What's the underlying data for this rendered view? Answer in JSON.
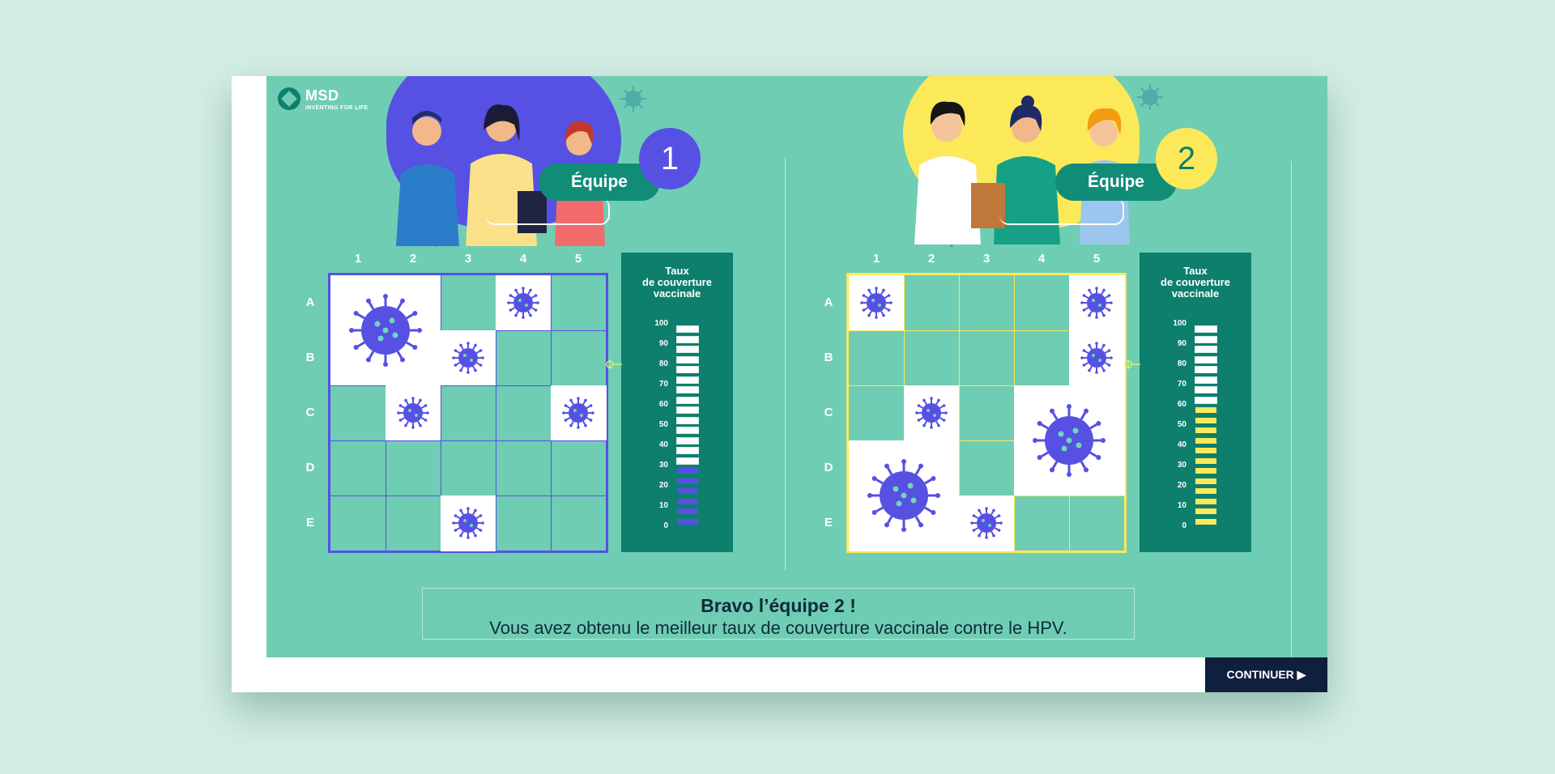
{
  "brand": {
    "name": "MSD",
    "tagline": "INVENTING FOR LIFE"
  },
  "colors": {
    "background": "#d3ede4",
    "stage": "#6fcdb3",
    "team1_accent": "#5650e3",
    "team2_accent": "#fbe95a",
    "gauge_bg": "#0e7f6d",
    "virus": "#5650e3",
    "continue_bg": "#0f1f3d"
  },
  "teams": [
    {
      "label": "Équipe",
      "number": "1",
      "columns": [
        "1",
        "2",
        "3",
        "4",
        "5"
      ],
      "rows": [
        "A",
        "B",
        "C",
        "D",
        "E"
      ],
      "white_cells": [
        "A1",
        "A2",
        "A4",
        "B1",
        "B2",
        "B3",
        "C2",
        "C5",
        "E3"
      ],
      "viruses": [
        {
          "cells": "A1-B2",
          "size": "large"
        },
        {
          "cells": "A4",
          "size": "small"
        },
        {
          "cells": "B3",
          "size": "small"
        },
        {
          "cells": "C2",
          "size": "small"
        },
        {
          "cells": "C5",
          "size": "small"
        },
        {
          "cells": "E3",
          "size": "small"
        }
      ],
      "gauge": {
        "title_lines": [
          "Taux",
          "de couverture",
          "vaccinale"
        ],
        "ticks": [
          "100",
          "90",
          "80",
          "70",
          "60",
          "50",
          "40",
          "30",
          "20",
          "10",
          "0"
        ],
        "value_percent": 30,
        "target_percent": 80,
        "fill_color": "#5650e3"
      }
    },
    {
      "label": "Équipe",
      "number": "2",
      "columns": [
        "1",
        "2",
        "3",
        "4",
        "5"
      ],
      "rows": [
        "A",
        "B",
        "C",
        "D",
        "E"
      ],
      "white_cells": [
        "A1",
        "A5",
        "B5",
        "C2",
        "C4",
        "C5",
        "D1",
        "D2",
        "D4",
        "D5",
        "E1",
        "E2",
        "E3"
      ],
      "viruses": [
        {
          "cells": "A1",
          "size": "small"
        },
        {
          "cells": "A5",
          "size": "small"
        },
        {
          "cells": "B5",
          "size": "small"
        },
        {
          "cells": "C2",
          "size": "small"
        },
        {
          "cells": "C4-D5",
          "size": "large"
        },
        {
          "cells": "D1-E2",
          "size": "large"
        },
        {
          "cells": "E3",
          "size": "small"
        }
      ],
      "gauge": {
        "title_lines": [
          "Taux",
          "de couverture",
          "vaccinale"
        ],
        "ticks": [
          "100",
          "90",
          "80",
          "70",
          "60",
          "50",
          "40",
          "30",
          "20",
          "10",
          "0"
        ],
        "value_percent": 60,
        "target_percent": 80,
        "fill_color": "#fbe95a"
      }
    }
  ],
  "message": {
    "title": "Bravo l’équipe 2 !",
    "text": "Vous avez obtenu le meilleur taux de couverture vaccinale contre le HPV."
  },
  "continue_label": "CONTINUER ▶"
}
